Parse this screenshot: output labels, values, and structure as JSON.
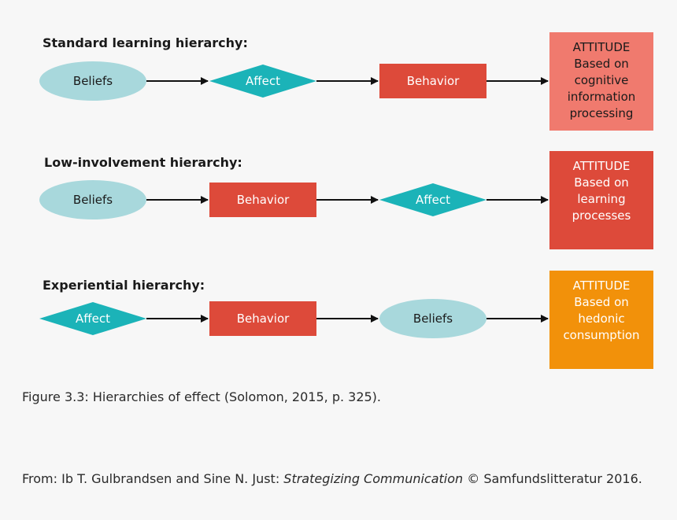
{
  "colors": {
    "ellipse": "#a8d8dc",
    "diamond": "#1bb3b8",
    "rect": "#dd4a3a",
    "attitude_cognitive": "#f07a6e",
    "attitude_learning": "#dd4a3a",
    "attitude_hedonic": "#f2910a",
    "arrow": "#111111"
  },
  "hierarchies": [
    {
      "title": "Standard learning hierarchy:",
      "nodes": [
        {
          "shape": "ellipse",
          "label": "Beliefs"
        },
        {
          "shape": "diamond",
          "label": "Affect"
        },
        {
          "shape": "rect",
          "label": "Behavior"
        }
      ],
      "attitude": {
        "color_key": "attitude_cognitive",
        "lines": [
          "ATTITUDE",
          "Based on",
          "cognitive",
          "information",
          "processing"
        ]
      }
    },
    {
      "title": "Low-involvement hierarchy:",
      "nodes": [
        {
          "shape": "ellipse",
          "label": "Beliefs"
        },
        {
          "shape": "rect",
          "label": "Behavior"
        },
        {
          "shape": "diamond",
          "label": "Affect"
        }
      ],
      "attitude": {
        "color_key": "attitude_learning",
        "lines": [
          "ATTITUDE",
          "Based on",
          "learning",
          "processes"
        ]
      }
    },
    {
      "title": "Experiential hierarchy:",
      "nodes": [
        {
          "shape": "diamond",
          "label": "Affect"
        },
        {
          "shape": "rect",
          "label": "Behavior"
        },
        {
          "shape": "ellipse",
          "label": "Beliefs"
        }
      ],
      "attitude": {
        "color_key": "attitude_hedonic",
        "lines": [
          "ATTITUDE",
          "Based on",
          "hedonic",
          "consumption"
        ]
      }
    }
  ],
  "caption": "Figure 3.3: Hierarchies of effect (Solomon, 2015, p. 325).",
  "credit": {
    "prefix": "From: Ib T. Gulbrandsen and Sine N. Just: ",
    "title": "Strategizing Communication",
    "suffix": " © Samfundslitteratur 2016."
  }
}
